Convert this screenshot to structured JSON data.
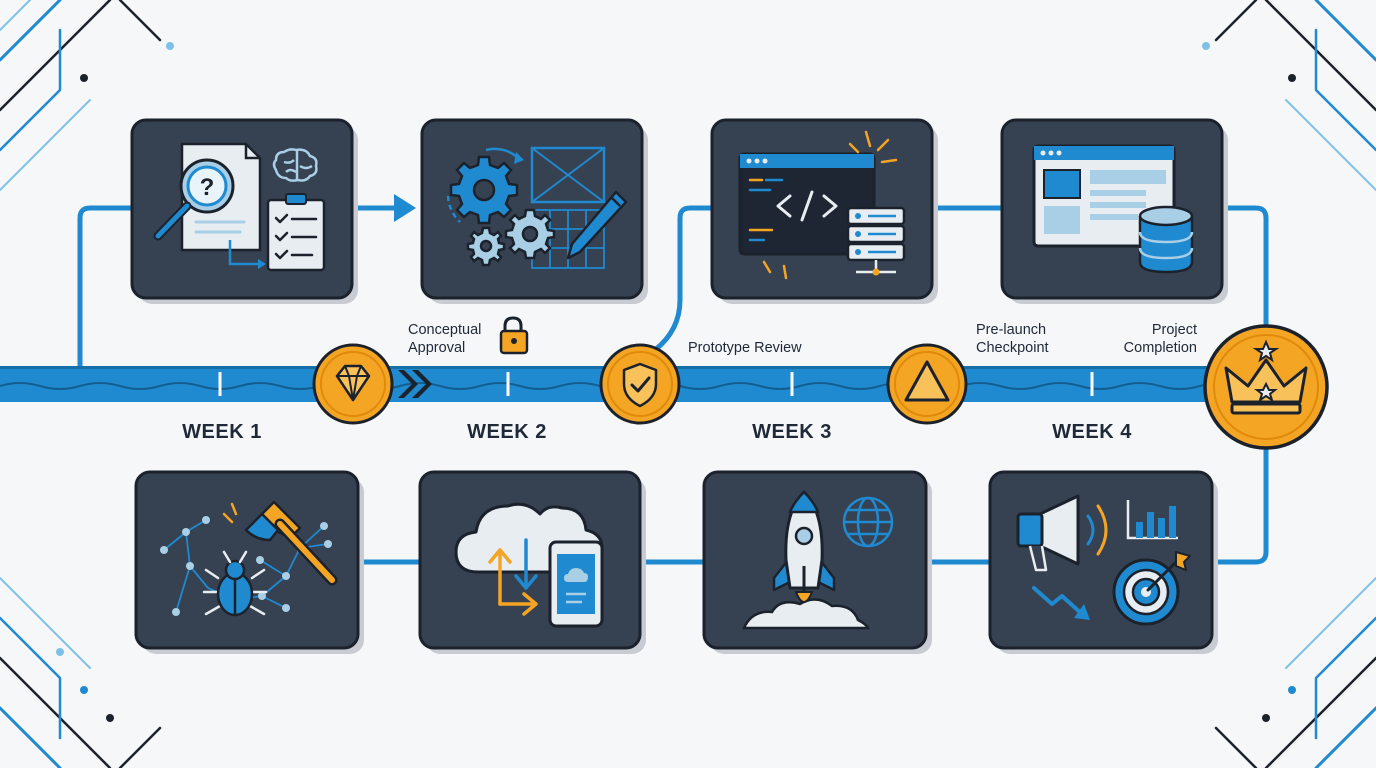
{
  "timeline": {
    "weeks": [
      "WEEK 1",
      "WEEK 2",
      "WEEK 3",
      "WEEK 4"
    ],
    "milestones": {
      "conceptual": [
        "Conceptual",
        "Approval"
      ],
      "prototype": "Prototype Review",
      "prelaunch": [
        "Pre-launch",
        "Checkpoint"
      ],
      "completion": [
        "Project",
        "Completion"
      ]
    }
  },
  "icons": {
    "top": [
      "research-analysis-icon",
      "design-wireframe-icon",
      "development-code-icon",
      "integration-database-icon"
    ],
    "bottom": [
      "testing-debug-icon",
      "cloud-sync-mobile-icon",
      "launch-rocket-icon",
      "marketing-growth-icon"
    ],
    "badges": [
      "diamond-icon",
      "shield-check-icon",
      "warning-triangle-icon",
      "crown-icon",
      "lock-icon"
    ]
  },
  "colors": {
    "accent_blue": "#1f8ad0",
    "card_dark": "#364152",
    "badge_orange": "#f5a524",
    "outline": "#1b222c"
  }
}
